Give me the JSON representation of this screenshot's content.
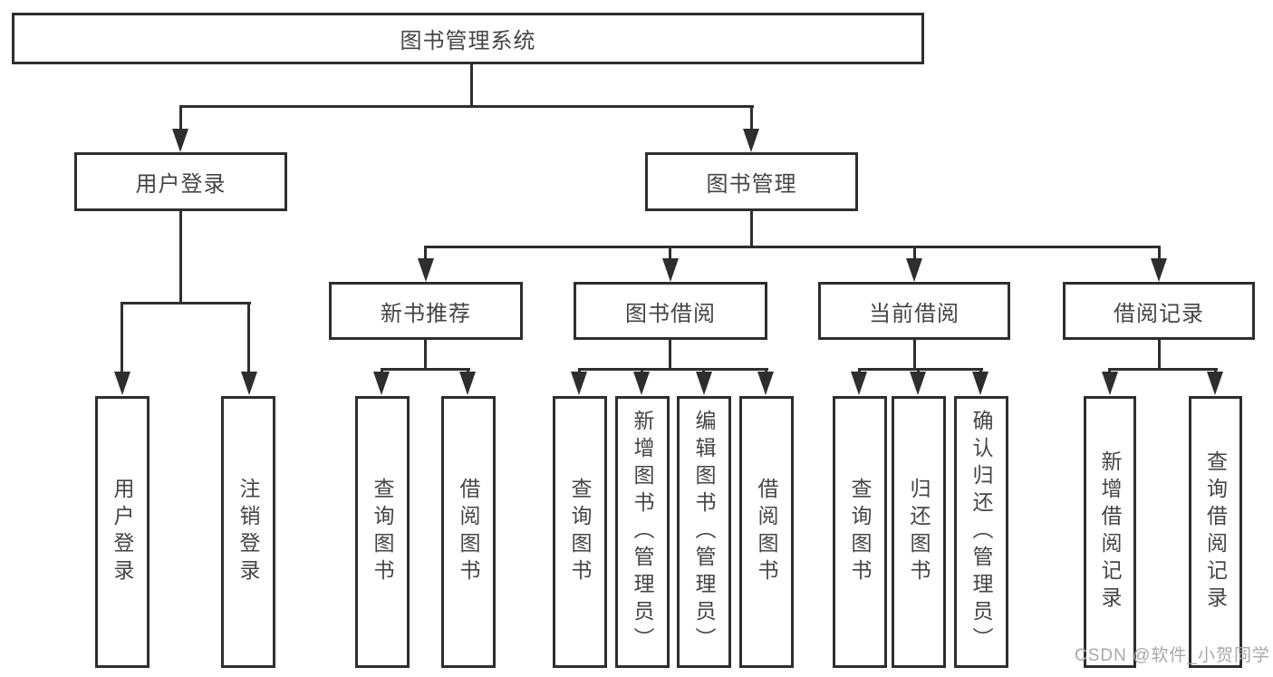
{
  "tree": {
    "label": "图书管理系统",
    "children": [
      {
        "label": "用户登录",
        "children": [
          {
            "label": "用户登录"
          },
          {
            "label": "注销登录"
          }
        ]
      },
      {
        "label": "图书管理",
        "children": [
          {
            "label": "新书推荐",
            "children": [
              {
                "label": "查询图书"
              },
              {
                "label": "借阅图书"
              }
            ]
          },
          {
            "label": "图书借阅",
            "children": [
              {
                "label": "查询图书"
              },
              {
                "label": "新增图书（管理员）"
              },
              {
                "label": "编辑图书（管理员）"
              },
              {
                "label": "借阅图书"
              }
            ]
          },
          {
            "label": "当前借阅",
            "children": [
              {
                "label": "查询图书"
              },
              {
                "label": "归还图书"
              },
              {
                "label": "确认归还（管理员）"
              }
            ]
          },
          {
            "label": "借阅记录",
            "children": [
              {
                "label": "新增借阅记录"
              },
              {
                "label": "查询借阅记录"
              }
            ]
          }
        ]
      }
    ]
  },
  "watermark": "CSDN @软件_小贺同学",
  "colors": {
    "line": "#2e2e2e",
    "text": "#454545",
    "watermark": "#a8a8a8",
    "background": "#ffffff"
  }
}
